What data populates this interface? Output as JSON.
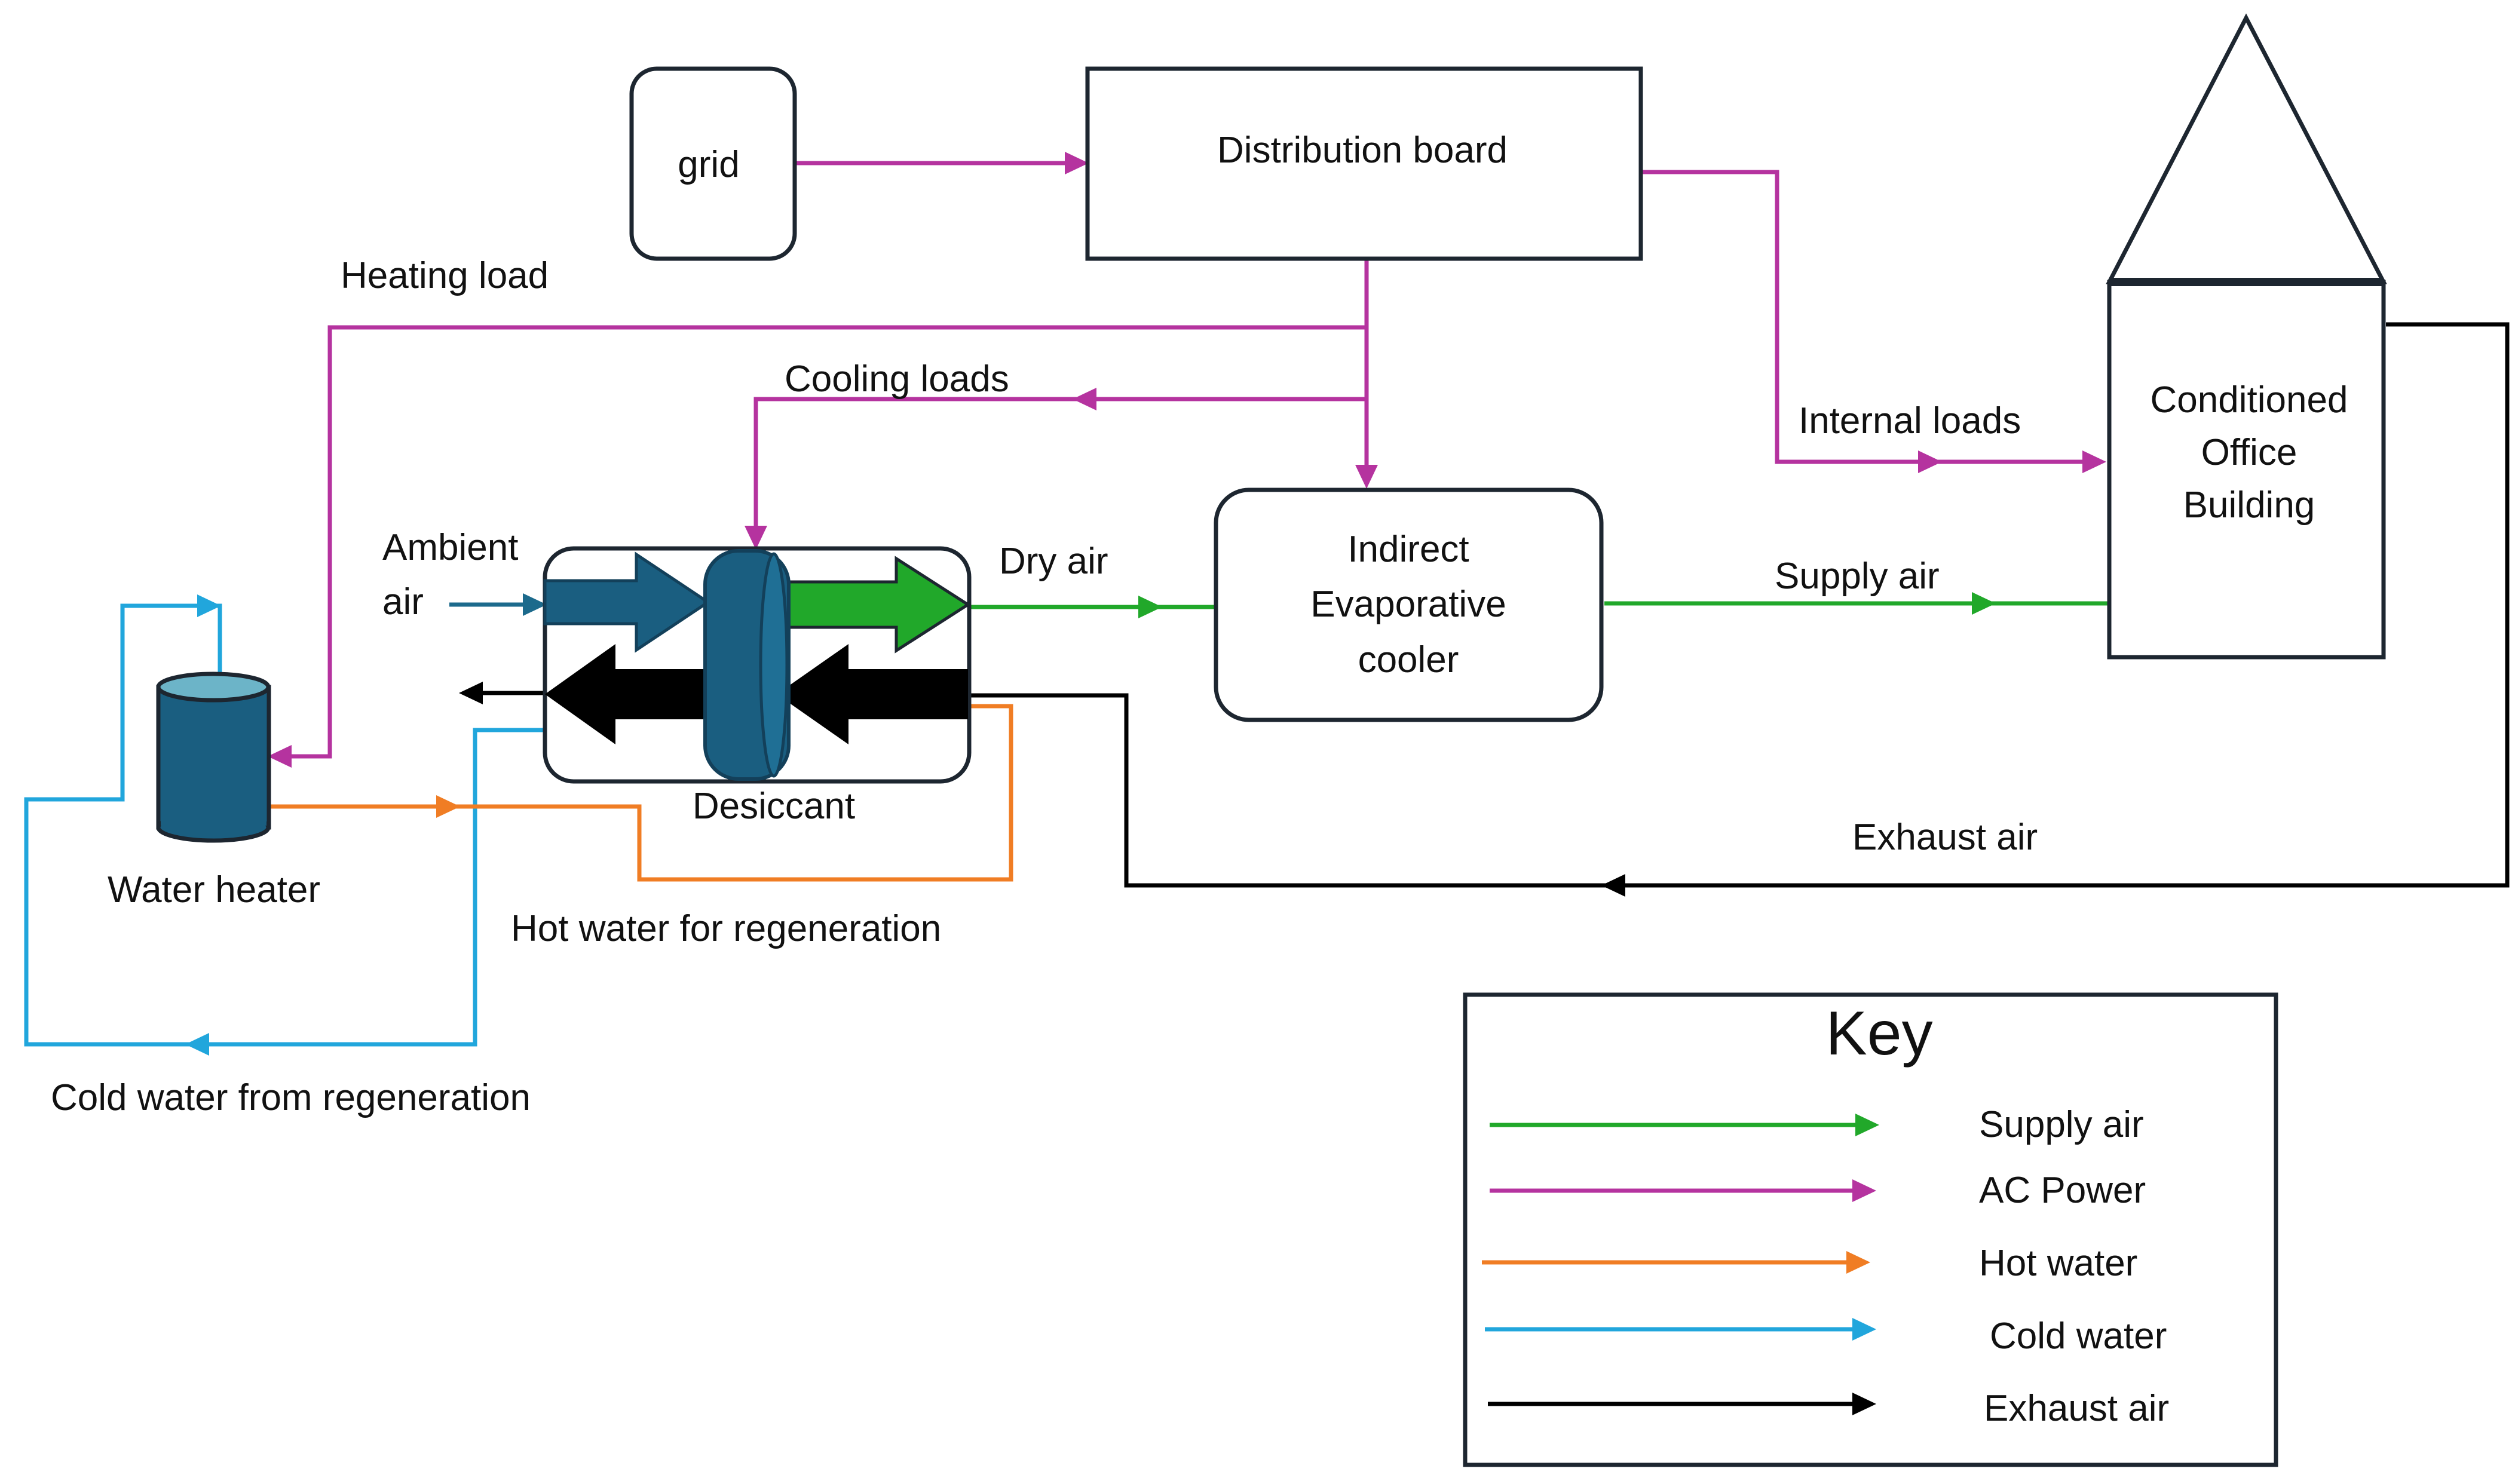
{
  "colors": {
    "ac_power": "#b5339f",
    "supply_air": "#21a82a",
    "hot_water": "#f07d24",
    "cold_water": "#21a6dc",
    "exhaust_air": "#000000",
    "ambient_air": "#1c6a8c",
    "desiccant_fill": "#1a5e80",
    "box_border": "#1d2630"
  },
  "nodes": {
    "grid": "grid",
    "distribution_board": "Distribution board",
    "cooler_line1": "Indirect",
    "cooler_line2": "Evaporative",
    "cooler_line3": "cooler",
    "building_line1": "Conditioned",
    "building_line2": "Office",
    "building_line3": "Building",
    "desiccant": "Desiccant",
    "water_heater": "Water heater"
  },
  "flows": {
    "heating_load": "Heating load",
    "cooling_loads": "Cooling loads",
    "internal_loads": "Internal loads",
    "ambient_line1": "Ambient",
    "ambient_line2": "air",
    "dry_air": "Dry air",
    "supply_air": "Supply air",
    "exhaust_air": "Exhaust air",
    "hot_water_regen": "Hot water for regeneration",
    "cold_water_regen": "Cold water from regeneration"
  },
  "key": {
    "title": "Key",
    "items": [
      {
        "label": "Supply air",
        "color": "#21a82a"
      },
      {
        "label": "AC Power",
        "color": "#b5339f"
      },
      {
        "label": "Hot water",
        "color": "#f07d24"
      },
      {
        "label": "Cold water",
        "color": "#21a6dc"
      },
      {
        "label": "Exhaust air",
        "color": "#000000"
      }
    ]
  }
}
